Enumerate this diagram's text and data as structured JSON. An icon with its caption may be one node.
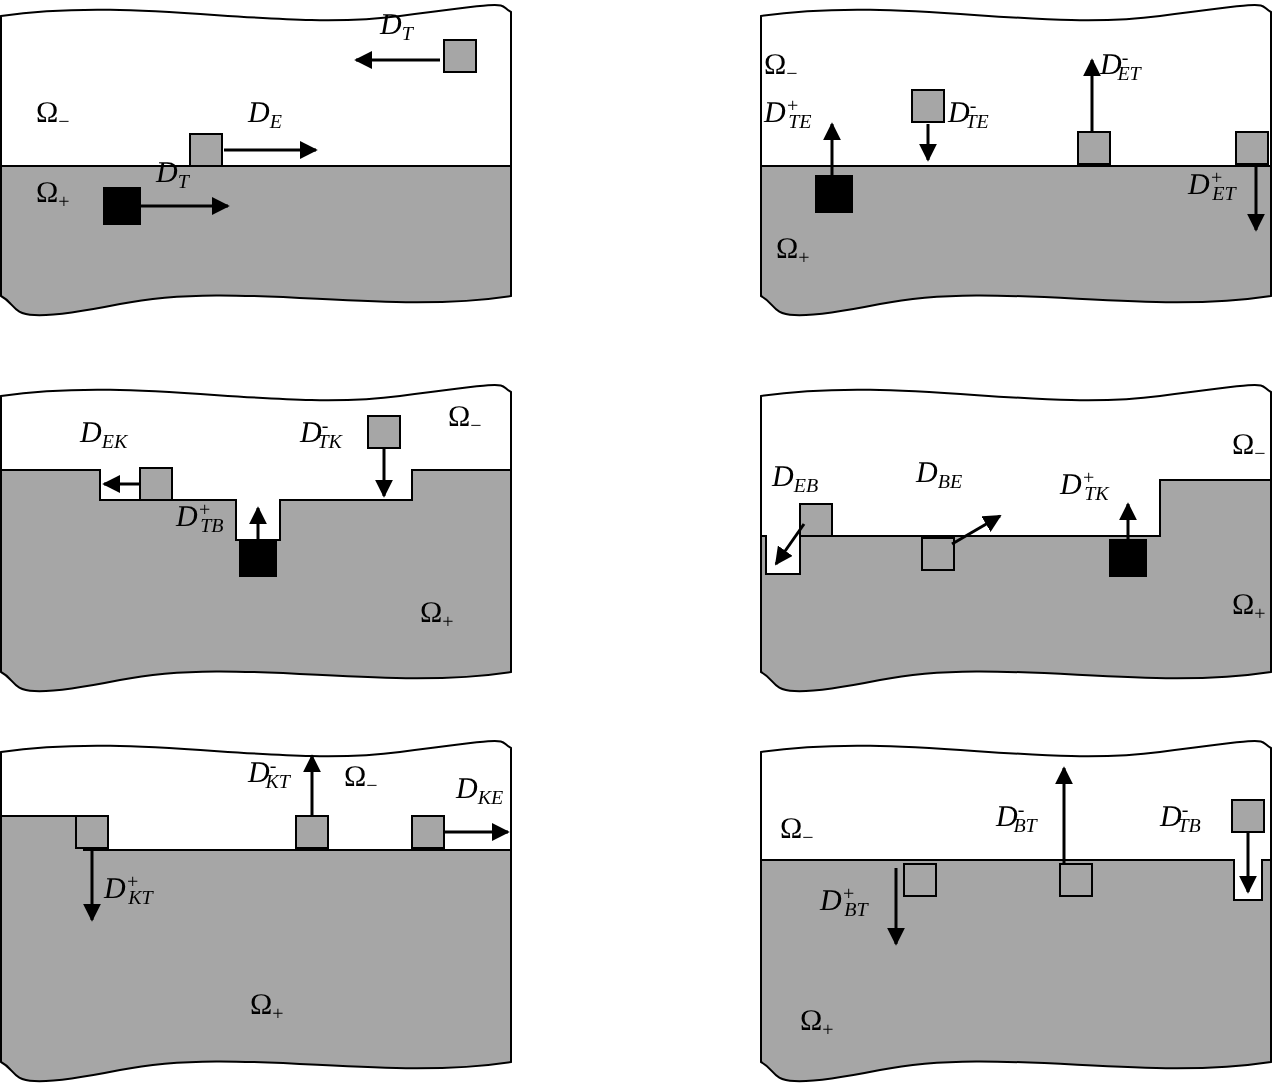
{
  "diagram": {
    "nodes": [
      {
        "text": [
          "D$_{T}$",
          "Ω$_{−}$",
          "D$_{E}$",
          "Ω$_{+}$",
          "D$_{T}$"
        ]
      },
      {
        "text": [
          "Ω$_{−}$",
          "D$^{-}$$_{ET}$",
          "D$^{+}$$_{TE}$",
          "D$^{-}$$_{TE}$",
          "D$^{+}$$_{ET}$",
          "Ω$_{+}$"
        ]
      },
      {
        "text": [
          "D$_{EK}$",
          "D$^{-}$$_{TK}$",
          "Ω$_{−}$",
          "D$^{+}$$_{TB}$",
          "Ω$_{+}$"
        ]
      },
      {
        "text": [
          "D$_{BE}$",
          "Ω$_{−}$",
          "D$_{EB}$",
          "D$^{+}$$_{TK}$",
          "Ω$_{+}$"
        ]
      },
      {
        "text": [
          "Ω$_{−}$",
          "D$^{-}$$_{KT}$",
          "D$_{KE}$",
          "D$^{+}$$_{KT}$",
          "Ω$_{+}$"
        ]
      },
      {
        "text": [
          "Ω$_{−}$",
          "D$^{-}$$_{BT}$",
          "D$^{-}$$_{TB}$",
          "D$^{+}$$_{BT}$",
          "Ω$_{+}$"
        ]
      }
    ]
  }
}
